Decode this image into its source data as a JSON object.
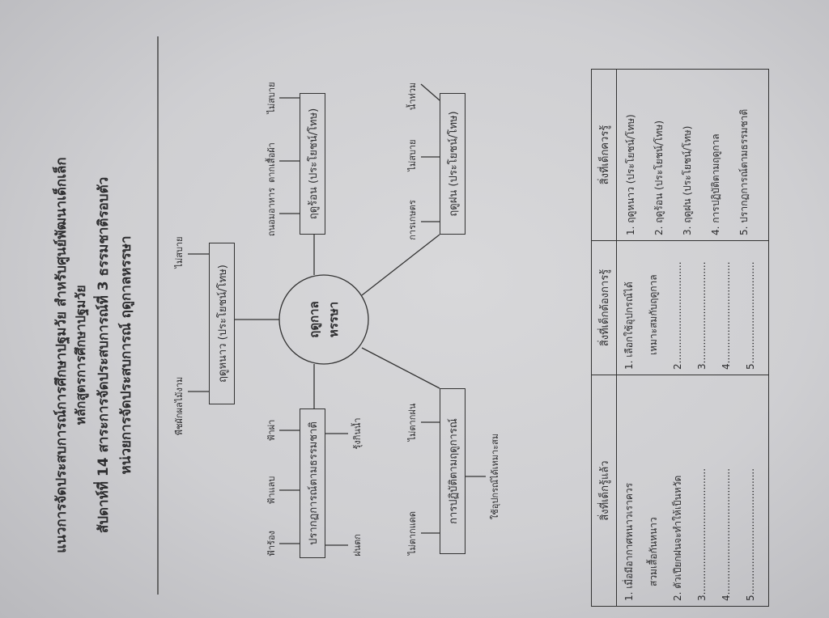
{
  "header": {
    "line1": "แนวการจัดประสบการณ์การศึกษาปฐมวัย สำหรับศูนย์พัฒนาเด็กเล็ก",
    "line2": "หลักสูตรการศึกษาปฐมวัย",
    "line3": "สัปดาห์ที่ 14 สาระการจัดประสบการณ์ที่ 3 ธรรมชาติรอบตัว",
    "line4": "หน่วยการจัดประสบการณ์ ฤดูกาลหรรษา"
  },
  "mindmap": {
    "center": {
      "line1": "ฤดูกาล",
      "line2": "หรรษา"
    },
    "winter": {
      "label": "ฤดูหนาว (ประโยชน์/โทษ)",
      "items": [
        "พืชผักผลไม้งาม",
        "ไม่สบาย"
      ]
    },
    "summer": {
      "label": "ฤดูร้อน (ประโยชน์/โทษ)",
      "items": [
        "ถนอมอาหาร",
        "ตากเสื้อผ้า",
        "ไม่สบาย"
      ]
    },
    "rainy": {
      "label": "ฤดูฝน (ประโยชน์/โทษ)",
      "items": [
        "การเกษตร",
        "ไม่สบาย",
        "น้ำท่วม"
      ]
    },
    "phenomena": {
      "label": "ปรากฏการณ์ตามธรรมชาติ",
      "items": [
        "ฟ้าร้อง",
        "ฟ้าแลบ",
        "ฟ้าผ่า",
        "ฝนตก",
        "รุ้งกินน้ำ"
      ]
    },
    "practice": {
      "label": "การปฏิบัติตามฤดูการณ์",
      "items": [
        "ไม่ตากแดด",
        "ไม่ตากฝน",
        "ใช้อุปกรณ์ได้เหมาะสม"
      ]
    }
  },
  "table": {
    "headers": [
      "สิ่งที่เด็กรู้แล้ว",
      "สิ่งที่เด็กต้องการรู้",
      "สิ่งที่เด็กควรรู้"
    ],
    "col1": [
      "1. เมื่อมีอากาศหนาวเราควร",
      "สวมเสื้อกันหนาว",
      "2. ตัวเปียกฝนจะทำให้เป็นหวัด",
      "3.........................................",
      "4.........................................",
      "5........................................."
    ],
    "col2": [
      "1. เลือกใช้อุปกรณ์ได้",
      "เหมาะสมกับฤดูกาล",
      "2.................................",
      "3.................................",
      "4.................................",
      "5................................."
    ],
    "col3": [
      "1. ฤดูหนาว (ประโยชน์/โทษ)",
      "2. ฤดูร้อน (ประโยชน์/โทษ)",
      "3. ฤดูฝน (ประโยชน์/โทษ)",
      "4. การปฏิบัติตามฤดูกาล",
      "5. ปรากฏการณ์ตามธรรมชาติ"
    ]
  }
}
